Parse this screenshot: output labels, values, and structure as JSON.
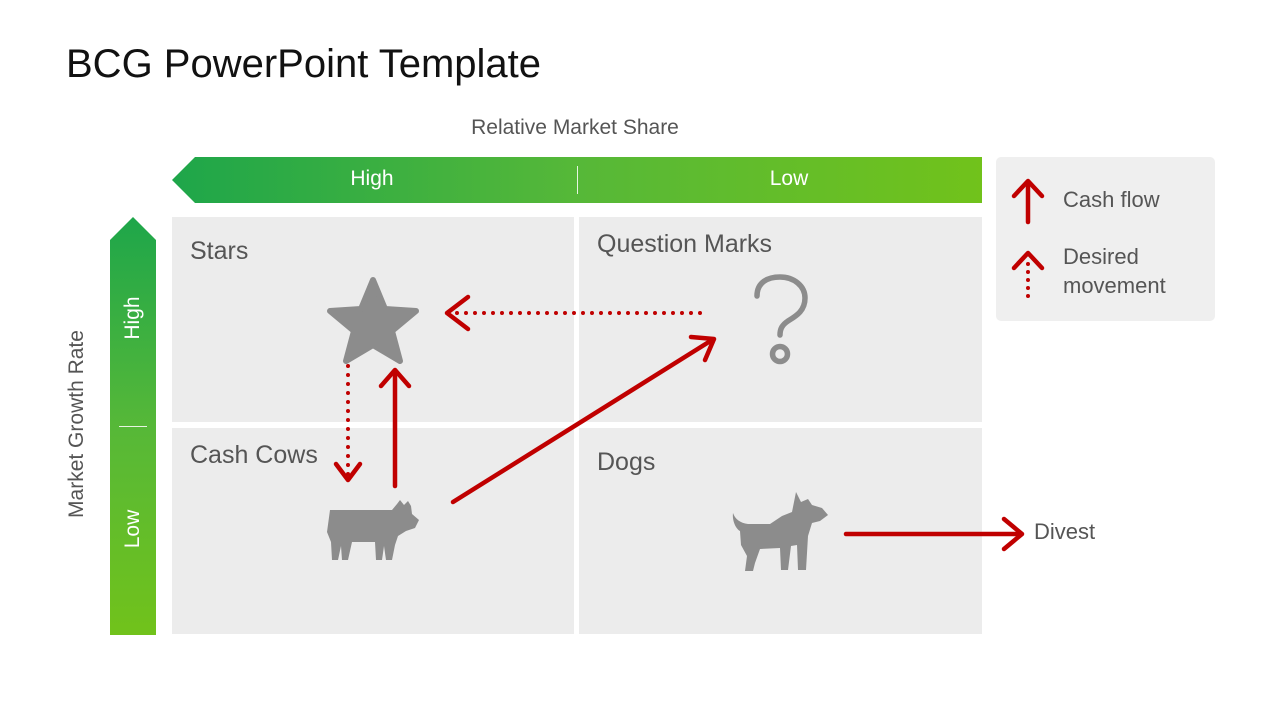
{
  "slide": {
    "title": "BCG PowerPoint Template"
  },
  "x_axis": {
    "label": "Relative Market Share",
    "high": "High",
    "low": "Low"
  },
  "y_axis": {
    "label": "Market Growth Rate",
    "high": "High",
    "low": "Low"
  },
  "quadrants": {
    "stars": "Stars",
    "question_marks": "Question Marks",
    "cash_cows": "Cash Cows",
    "dogs": "Dogs"
  },
  "legend": {
    "cash_flow": "Cash flow",
    "desired_movement_line1": "Desired",
    "desired_movement_line2": "movement"
  },
  "divest_label": "Divest",
  "colors": {
    "arrow": "#c00000",
    "icon": "#8c8c8c",
    "bar_start": "#1ea64a",
    "bar_end": "#71c21b",
    "quadrant_fill": "#ececec"
  },
  "icons": {
    "stars": "star-icon",
    "question_marks": "question-mark-icon",
    "cash_cows": "cow-icon",
    "dogs": "dog-icon"
  }
}
